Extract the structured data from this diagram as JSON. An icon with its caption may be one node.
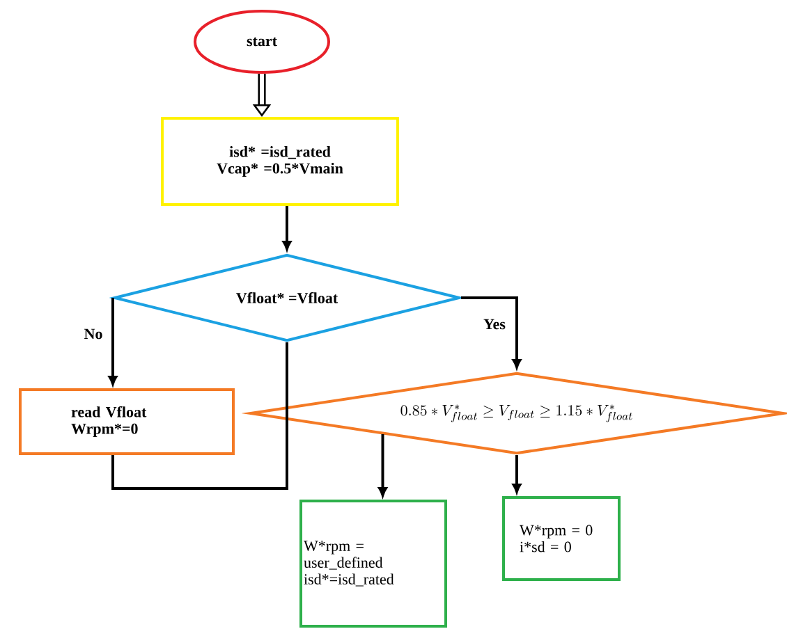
{
  "diagram": {
    "nodes": [
      {
        "text": [
          "start"
        ]
      },
      {
        "text": [
          "isd* =isd_rated Vcap* =0.5*Vmain"
        ]
      },
      {
        "text": [
          "Vfloat* =Vfloat"
        ]
      },
      {
        "text": [
          "read Vfloat Wrpm*=0"
        ]
      },
      {
        "text": [
          "0.85 * V^{*}_{float} \\geq V_{float} \\geq 1.15 * V^{*}_{float}"
        ]
      },
      {
        "text": [
          "W*rpm = user_defined isd*=isd_rated"
        ]
      },
      {
        "text": [
          "W*rpm = 0 i*sd = 0"
        ]
      }
    ],
    "edges": [
      {
        "from": 0,
        "to": 1,
        "arrow": "to",
        "style": "thick"
      },
      {
        "from": 1,
        "to": 2,
        "arrow": "to"
      },
      {
        "from": 2,
        "to": 3,
        "arrow": "to",
        "label": "No"
      },
      {
        "from": 3,
        "to": 2,
        "arrow": "none"
      },
      {
        "from": 2,
        "to": 4,
        "arrow": "to",
        "label": "Yes"
      },
      {
        "from": 4,
        "to": 5,
        "arrow": "to"
      },
      {
        "from": 4,
        "to": 6,
        "arrow": "to"
      }
    ]
  }
}
